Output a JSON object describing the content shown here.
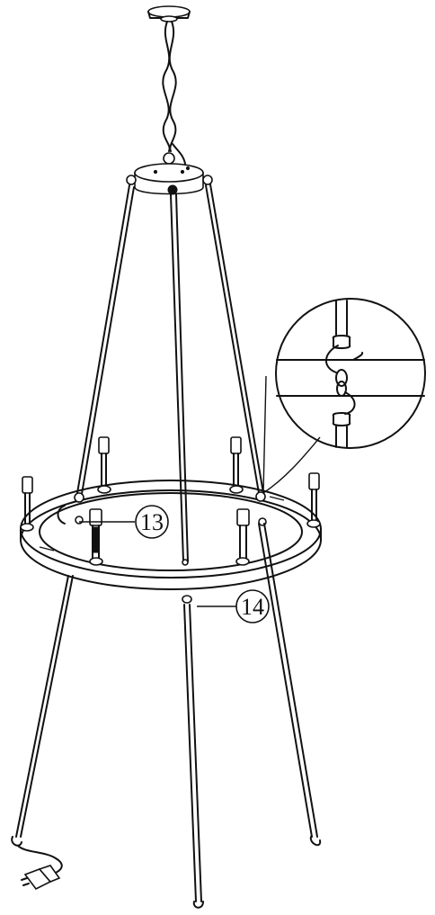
{
  "callouts": [
    {
      "id": "13",
      "label": "13"
    },
    {
      "id": "14",
      "label": "14"
    }
  ],
  "colors": {
    "line": "#111111",
    "background": "#ffffff"
  }
}
